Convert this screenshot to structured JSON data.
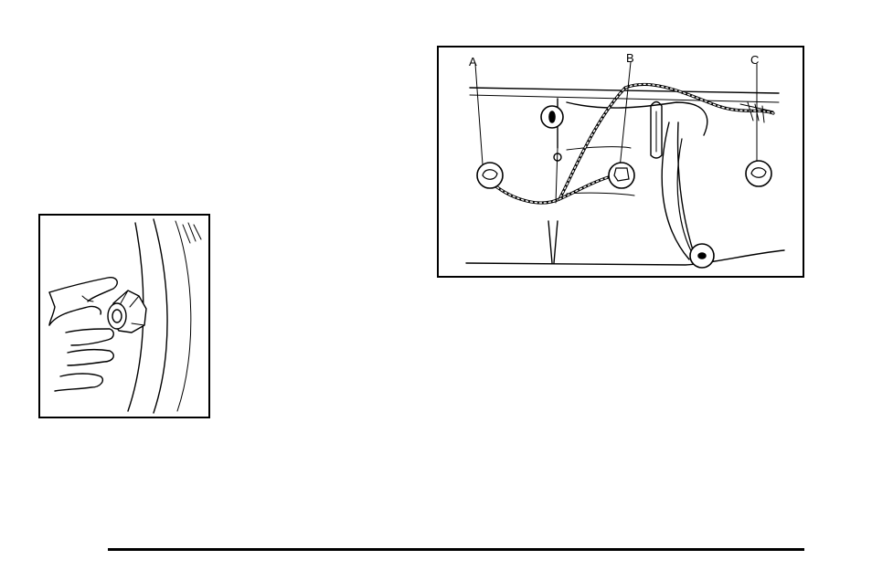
{
  "figure_right": {
    "callouts": {
      "a": "A",
      "b": "B",
      "c": "C"
    }
  },
  "colors": {
    "line": "#000000",
    "background": "#ffffff"
  }
}
